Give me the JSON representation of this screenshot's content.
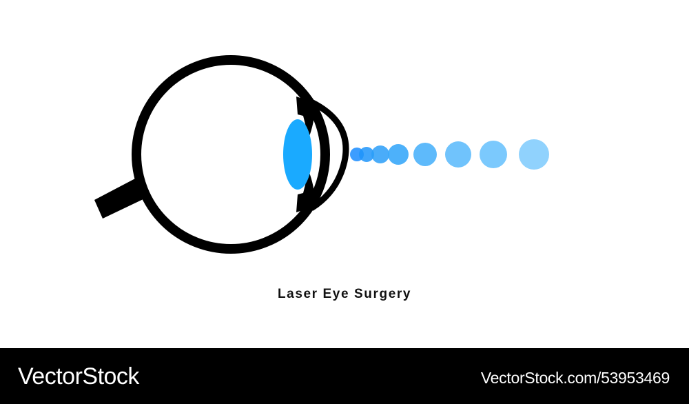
{
  "caption": "Laser Eye Surgery",
  "footer": {
    "brand": "VectorStock",
    "stock_id": "VectorStock.com/53953469"
  },
  "colors": {
    "outline": "#000000",
    "lens": "#1aaaff",
    "beam": [
      "#1a8cff",
      "#1f95fa",
      "#2a9ef8",
      "#3aa8fa",
      "#4cb2fb",
      "#60bcfc",
      "#74c6fd",
      "#8ad0fd"
    ],
    "background": "#ffffff",
    "footer_bg": "#000000"
  }
}
